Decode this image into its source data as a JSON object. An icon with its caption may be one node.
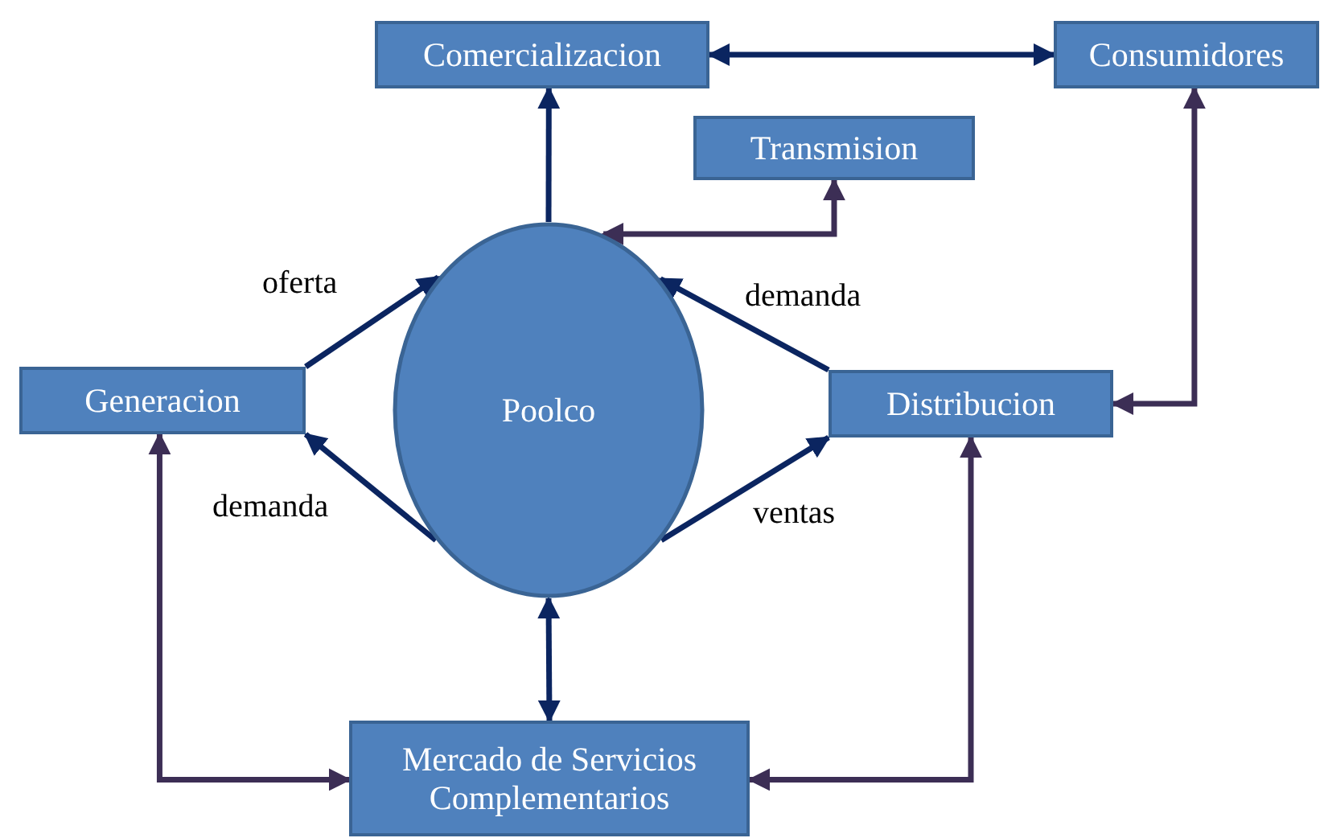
{
  "diagram": {
    "nodes": [
      {
        "text": [
          "Comercializacion"
        ]
      },
      {
        "text": [
          "Consumidores"
        ]
      },
      {
        "text": [
          "Transmision"
        ]
      },
      {
        "text": [
          "Generacion"
        ]
      },
      {
        "text": [
          "Poolco"
        ]
      },
      {
        "text": [
          "Distribucion"
        ]
      },
      {
        "text": [
          "Mercado de Servicios Complementarios"
        ]
      }
    ],
    "edges": [
      {
        "from": 4,
        "to": 0,
        "arrow": "to"
      },
      {
        "from": 0,
        "to": 1,
        "arrow": "both"
      },
      {
        "from": 4,
        "to": 2,
        "arrow": "both",
        "color": "#3c2e55"
      },
      {
        "from": 1,
        "to": 5,
        "arrow": "both",
        "color": "#3c2e55"
      },
      {
        "from": 3,
        "to": 4,
        "arrow": "to",
        "label": "oferta"
      },
      {
        "from": 4,
        "to": 3,
        "arrow": "to",
        "label": "demanda"
      },
      {
        "from": 5,
        "to": 4,
        "arrow": "to",
        "label": "demanda"
      },
      {
        "from": 4,
        "to": 5,
        "arrow": "to",
        "label": "ventas"
      },
      {
        "from": 4,
        "to": 6,
        "arrow": "both"
      },
      {
        "from": 3,
        "to": 6,
        "arrow": "both",
        "color": "#3c2e55"
      },
      {
        "from": 5,
        "to": 6,
        "arrow": "both",
        "color": "#3c2e55"
      }
    ]
  }
}
